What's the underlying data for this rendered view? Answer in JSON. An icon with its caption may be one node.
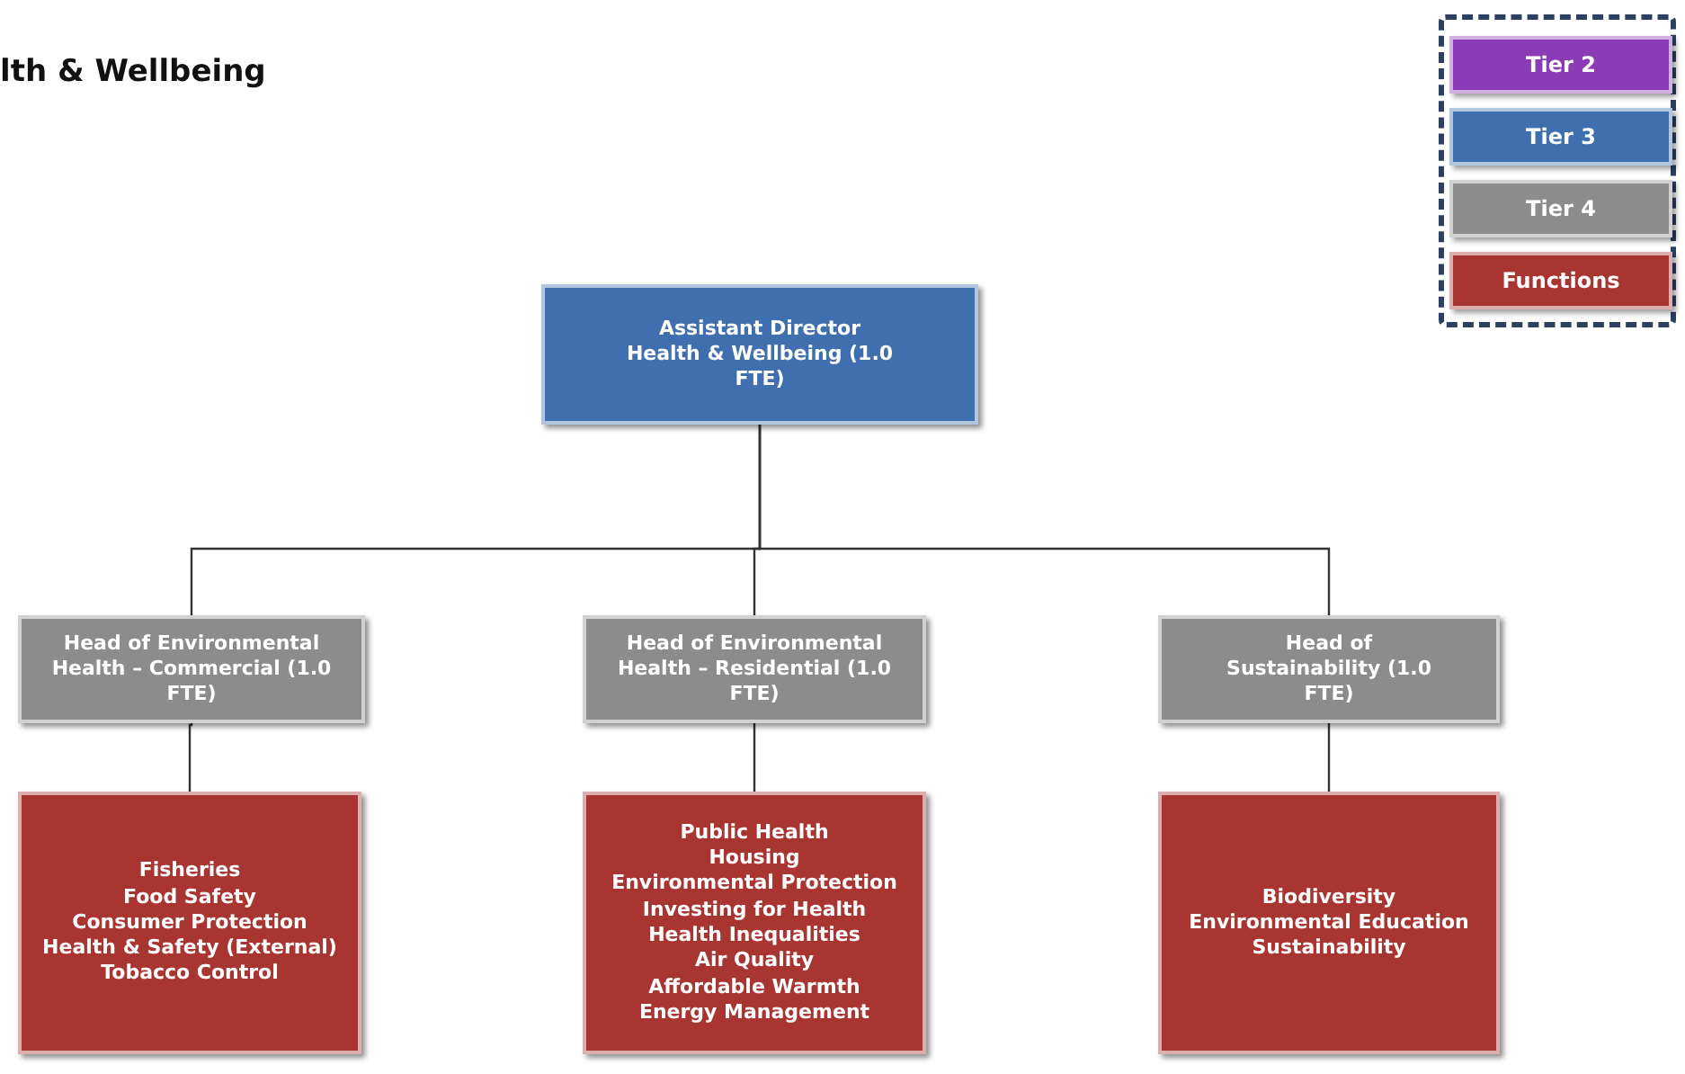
{
  "diagram": {
    "title": "lth & Wellbeing",
    "nodes": [
      {
        "text": [
          "Assistant Director Health & Wellbeing (1.0 FTE)"
        ]
      },
      {
        "text": [
          "Head of Environmental Health – Commercial (1.0 FTE)"
        ]
      },
      {
        "text": [
          "Head of Environmental Health – Residential (1.0 FTE)"
        ]
      },
      {
        "text": [
          "Head of Sustainability (1.0 FTE)"
        ]
      },
      {
        "text": [
          "Fisheries",
          "Food Safety",
          "Consumer Protection",
          "Health & Safety (External)",
          "Tobacco Control"
        ]
      },
      {
        "text": [
          "Public Health",
          "Housing",
          "Environmental Protection",
          "Investing for Health",
          "Health Inequalities",
          "Air Quality",
          "Affordable Warmth",
          "Energy Management"
        ]
      },
      {
        "text": [
          "Biodiversity",
          "Environmental Education",
          "Sustainability"
        ]
      }
    ],
    "edges": [
      {
        "from": 0,
        "to": 1,
        "arrow": "none"
      },
      {
        "from": 0,
        "to": 2,
        "arrow": "none"
      },
      {
        "from": 0,
        "to": 3,
        "arrow": "none"
      },
      {
        "from": 1,
        "to": 4,
        "arrow": "none"
      },
      {
        "from": 2,
        "to": 5,
        "arrow": "none"
      },
      {
        "from": 3,
        "to": 6,
        "arrow": "none"
      }
    ],
    "legend": [
      {
        "text": "Tier 2",
        "color": "#8a3bb5"
      },
      {
        "text": "Tier 3",
        "color": "#3f6fae"
      },
      {
        "text": "Tier 4",
        "color": "#8c8c8c"
      },
      {
        "text": "Functions",
        "color": "#a83532"
      }
    ]
  }
}
